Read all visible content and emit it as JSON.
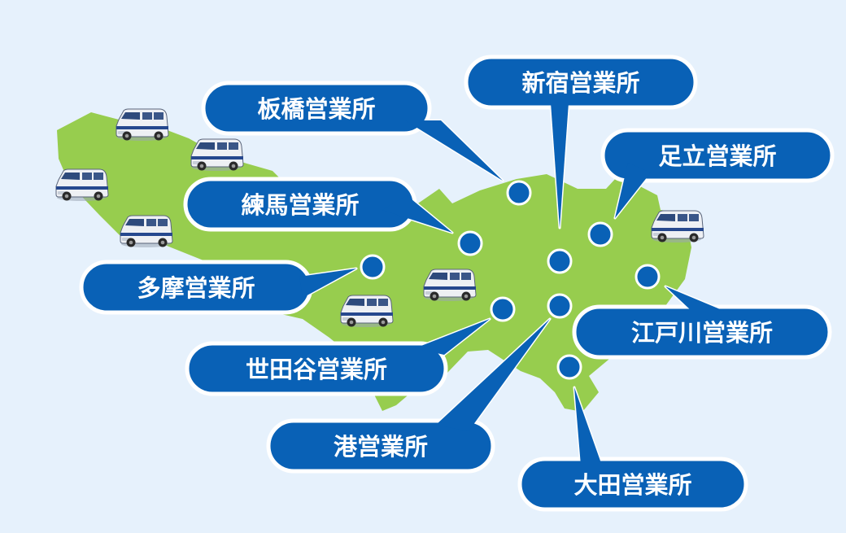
{
  "colors": {
    "background": "#e6f1fc",
    "land": "#97cd4e",
    "callout": "#0961b6",
    "callout_border": "#ffffff",
    "label_text": "#ffffff"
  },
  "van_icon": "van-icon",
  "offices": [
    {
      "id": "itabashi",
      "label": "板橋営業所"
    },
    {
      "id": "shinjuku",
      "label": "新宿営業所"
    },
    {
      "id": "adachi",
      "label": "足立営業所"
    },
    {
      "id": "nerima",
      "label": "練馬営業所"
    },
    {
      "id": "tama",
      "label": "多摩営業所"
    },
    {
      "id": "edogawa",
      "label": "江戸川営業所"
    },
    {
      "id": "setagaya",
      "label": "世田谷営業所"
    },
    {
      "id": "minato",
      "label": "港営業所"
    },
    {
      "id": "ota",
      "label": "大田営業所"
    }
  ]
}
